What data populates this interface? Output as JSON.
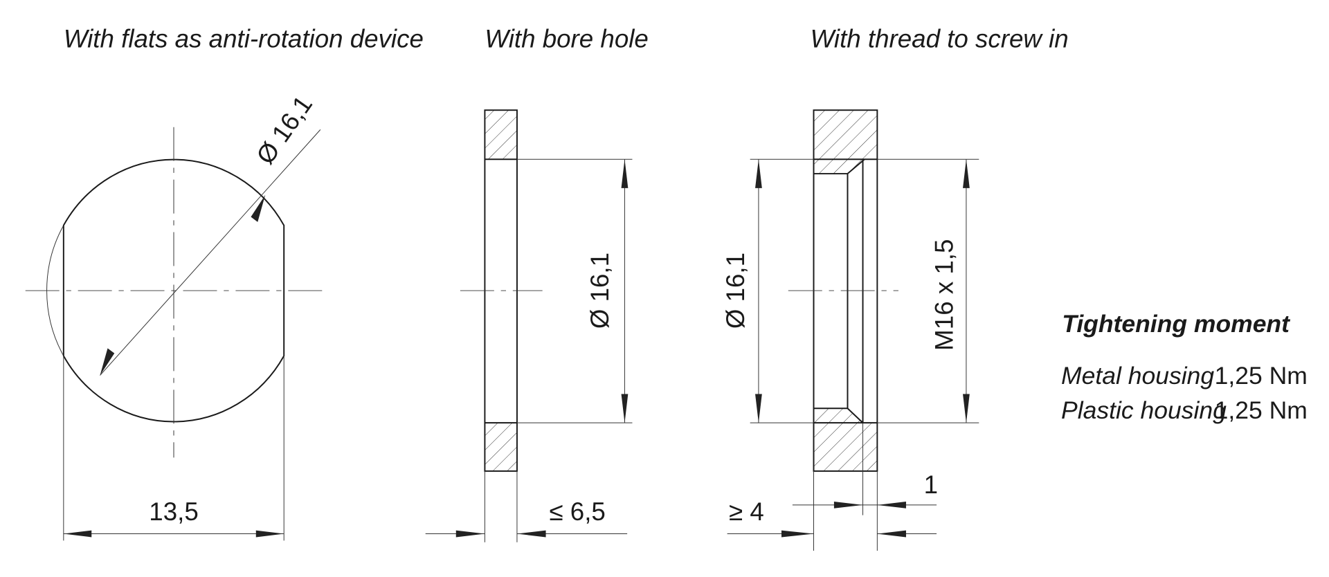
{
  "titles": {
    "flats": "With flats as anti-rotation device",
    "bore": "With bore hole",
    "thread": "With thread to screw in"
  },
  "dimensions": {
    "flats_diameter": "Ø 16,1",
    "flats_width": "13,5",
    "bore_diameter": "Ø 16,1",
    "bore_thickness": "≤ 6,5",
    "thread_diameter": "Ø 16,1",
    "thread_spec": "M16 x 1,5",
    "thread_thickness": "≥ 4",
    "thread_step": "1"
  },
  "tightening": {
    "heading": "Tightening moment",
    "rows": [
      {
        "label": "Metal housing",
        "value": "1,25 Nm"
      },
      {
        "label": "Plastic housing",
        "value": "1,25 Nm"
      }
    ]
  }
}
